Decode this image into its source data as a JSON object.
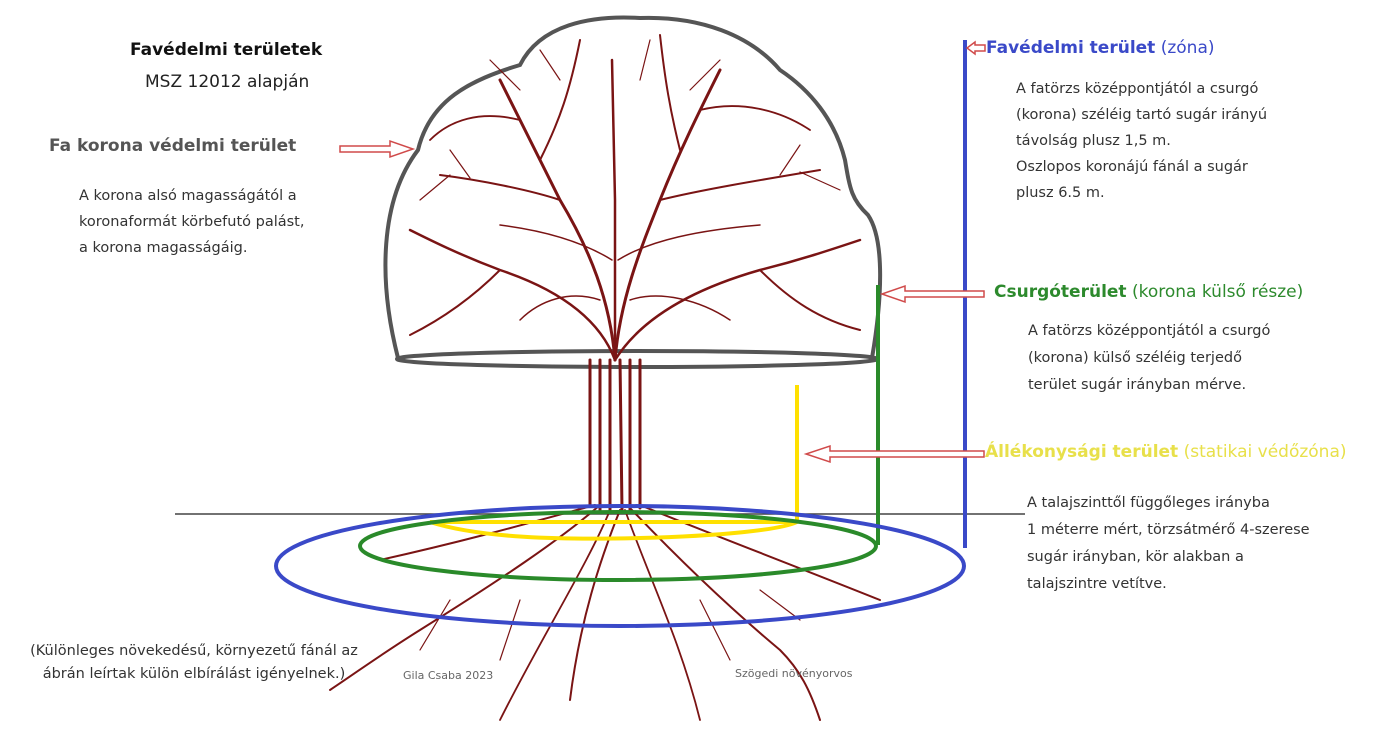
{
  "title": "Favédelmi területek",
  "subtitle": "MSZ 12012 alapján",
  "crown": {
    "heading": "Fa korona védelmi terület",
    "lines": [
      "A korona alsó magasságától a",
      "koronaformát körbefutó palást,",
      "a korona magasságáig."
    ]
  },
  "zone": {
    "heading_bold": "Favédelmi terület",
    "heading_rest": " (zóna)",
    "lines": [
      "A fatörzs középpontjától a csurgó",
      "(korona) széléig tartó sugár irányú",
      "távolság plusz 1,5 m.",
      "Oszlopos koronájú fánál a sugár",
      "plusz 6.5 m."
    ]
  },
  "drip": {
    "heading_bold": "Csurgóterület",
    "heading_rest": " (korona külső része)",
    "lines": [
      "A fatörzs középpontjától a csurgó",
      "(korona) külső széléig terjedő",
      "terület sugár irányban mérve."
    ]
  },
  "stability": {
    "heading_bold": "Állékonysági terület",
    "heading_rest": " (statikai védőzóna)",
    "lines": [
      "A talajszinttől függőleges irányba",
      "1 méterre mért, törzsátmérő 4-szerese",
      "sugár irányban, kör alakban a",
      "talajszintre vetítve."
    ]
  },
  "note": "(Különleges növekedésű, környezetű fánál az ábrán leírtak  külön elbírálást igényelnek.)",
  "signature_left": "Gila Csaba 2023",
  "signature_right": "Szögedi növényorvos",
  "colors": {
    "zone": "#3a49c8",
    "drip": "#2d8a2d",
    "stability": "#ffe000",
    "crown_outline": "#555555",
    "tree": "#7a1414",
    "arrow": "#d04a4a"
  }
}
